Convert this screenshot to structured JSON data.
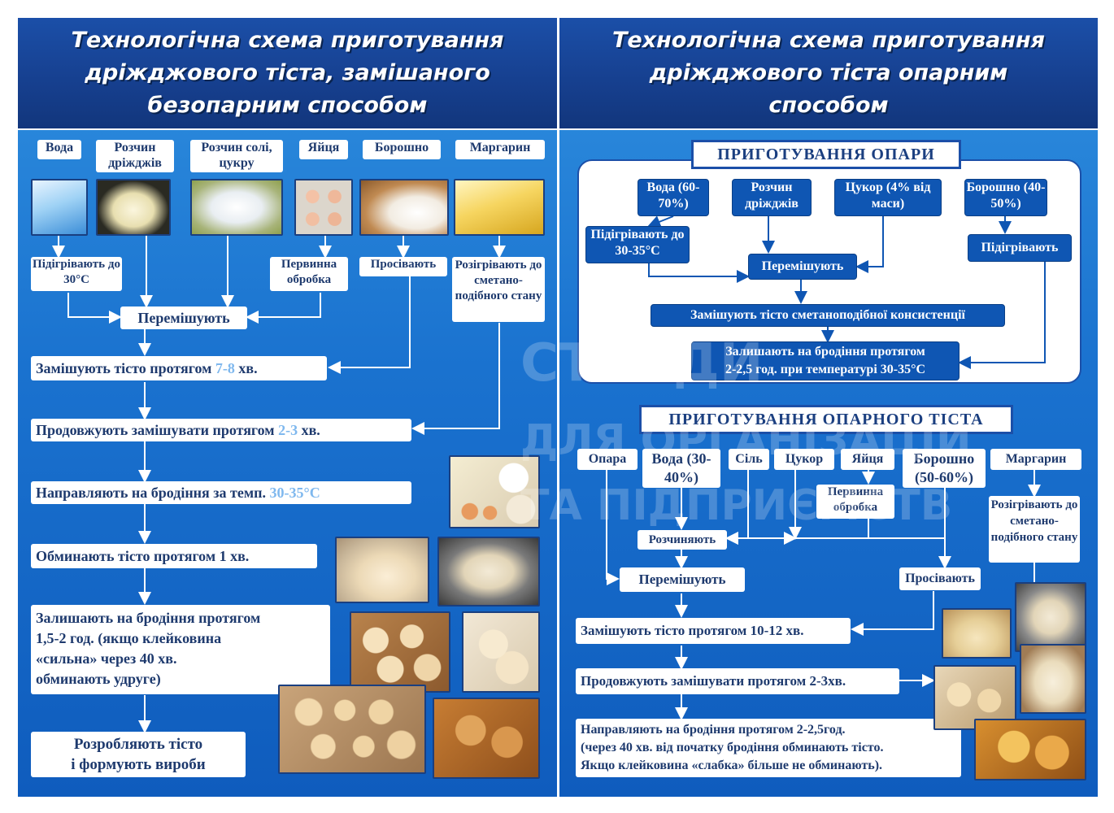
{
  "left": {
    "title": [
      "Технологічна схема приготування",
      "дріжджового тіста, замішаного",
      "безопарним способом"
    ],
    "ingredients": [
      "Вода",
      "Розчин дріжджів",
      "Розчин солі, цукру",
      "Яйця",
      "Борошно",
      "Маргарин"
    ],
    "heat": "Підігрівають до 30°С",
    "primary": "Первинна обробка",
    "sift": "Просівають",
    "margarine_step": "Розігрівають до сметано- подібного стану",
    "mix": "Перемішують",
    "steps": [
      {
        "main": "Замішують тісто протягом ",
        "hi": "7-8",
        "tail": " хв."
      },
      {
        "main": "Продовжують замішувати протягом ",
        "hi": "2-3",
        "tail": " хв."
      },
      {
        "main": "Направляють на бродіння за темп. ",
        "hi": "30-35°С",
        "tail": ""
      },
      {
        "main": "Обминають тісто протягом 1 хв.",
        "hi": "",
        "tail": ""
      }
    ],
    "ferment": [
      "Залишають на бродіння протягом",
      "1,5-2 год. (якщо клейковина",
      "«сильна» через 40 хв.",
      "обминають удруге)"
    ],
    "final": [
      "Розробляють тісто",
      "і формують вироби"
    ]
  },
  "right": {
    "title": [
      "Технологічна схема приготування",
      "дріжджового тіста опарним",
      "способом"
    ],
    "sponge_title": "ПРИГОТУВАННЯ ОПАРИ",
    "sponge_ingredients": [
      "Вода (60-70%)",
      "Розчин дріжджів",
      "Цукор (4% від маси)",
      "Борошно (40-50%)"
    ],
    "sponge_heat_water": "Підігрівають до 30-35°С",
    "sponge_heat_flour": "Підігрівають",
    "sponge_mix": "Перемішують",
    "sponge_knead": "Замішують тісто сметаноподібної консистенції",
    "sponge_ferment": [
      "Залишають на бродіння протягом",
      "2-2,5 год. при температурі 30-35°С"
    ],
    "dough_title": "ПРИГОТУВАННЯ ОПАРНОГО ТІСТА",
    "dough_ingredients": [
      "Опара",
      "Вода (30-40%)",
      "Сіль",
      "Цукор",
      "Яйця",
      "Борошно (50-60%)",
      "Маргарин"
    ],
    "primary": "Первинна обробка",
    "dissolve": "Розчиняють",
    "margarine_step": "Розігрівають до сметано- подібного стану",
    "mix": "Перемішують",
    "sift": "Просівають",
    "knead": "Замішують тісто протягом 10-12 хв.",
    "continue": "Продовжують замішувати протягом 2-3хв.",
    "ferment": [
      "Направляють на бродіння протягом 2-2,5год.",
      "(через 40 хв. від початку бродіння обминають тісто.",
      "Якщо клейковина «слабка» більше не обминають)."
    ]
  },
  "watermark": [
    "СТЕНДИ",
    "ДЛЯ ОРГАНІЗАЦІЙ",
    "ТА ПІДПРИЄМСТВ"
  ]
}
